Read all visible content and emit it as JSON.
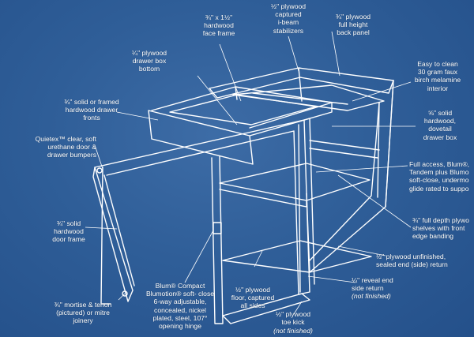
{
  "callouts": {
    "face_frame": "¾\" x 1½\"\nhardwood\nface frame",
    "ibeam": "½\" plywood\ncaptured\ni-beam\nstabilizers",
    "back_panel": "¾\" plywood\nfull height\nback panel",
    "drawer_bottom": "¼\" plywood\ndrawer box\nbottom",
    "melamine": "Easy to clean\n30 gram faux\nbirch melamine\ninterior",
    "drawer_fronts": "¾\" solid or framed\nhardwood drawer\nfronts",
    "drawer_box": "⅝\" solid\nhardwood,\ndovetail\ndrawer box",
    "bumpers": "Quietex™ clear, soft\nurethane door &\ndrawer bumpers",
    "glide": "Full access, Blum®,\nTandem plus Blumo\nsoft-close, undermo\nglide rated to suppo",
    "door_frame": "¾\" solid\nhardwood\ndoor frame",
    "shelves": "¾\" full depth plywo\nshelves with front\nedge banding",
    "sealed_end": "½\" plywood unfinished,\nsealed end (side) return",
    "reveal_end": "¼\" reveal end\nside return",
    "reveal_end_note": "(not finished)",
    "hinge": "Blum® Compact\nBlumotion® soft- close\n6-way adjustable,\nconcealed, nickel\nplated, steel, 107°\nopening hinge",
    "floor": "½\" plywood\nfloor, captured\nall sides",
    "mortise": "¾\" mortise & tenon\n(pictured) or mitre\njoinery",
    "toe_kick": "½\" plywood\ntoe kick",
    "toe_kick_note": "(not finished)"
  }
}
